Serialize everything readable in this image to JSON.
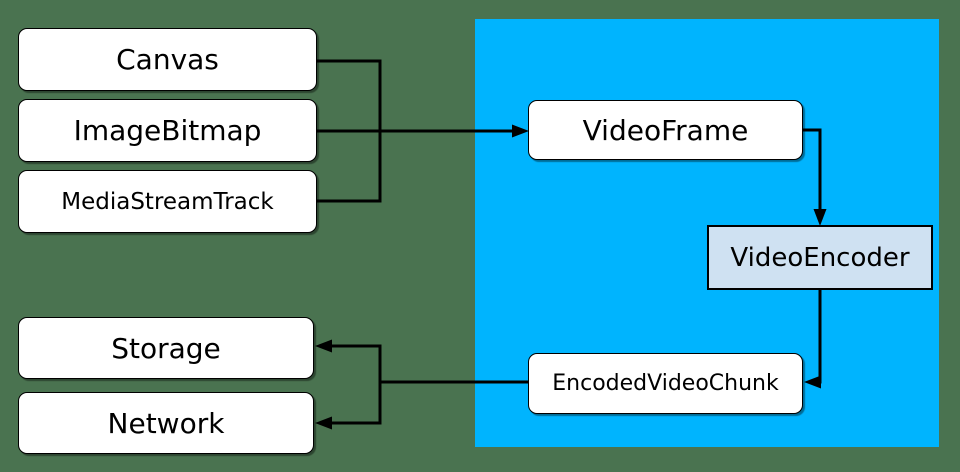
{
  "colors": {
    "background": "#4A7350",
    "codec_region": "#00B4FE",
    "node_fill": "#FFFFFF",
    "encoder_fill": "#CFE1F2",
    "line": "#000000"
  },
  "nodes": {
    "canvas": {
      "label": "Canvas"
    },
    "image_bitmap": {
      "label": "ImageBitmap"
    },
    "media_stream_track": {
      "label": "MediaStreamTrack"
    },
    "video_frame": {
      "label": "VideoFrame"
    },
    "video_encoder": {
      "label": "VideoEncoder"
    },
    "encoded_video_chunk": {
      "label": "EncodedVideoChunk"
    },
    "storage": {
      "label": "Storage"
    },
    "network": {
      "label": "Network"
    }
  }
}
